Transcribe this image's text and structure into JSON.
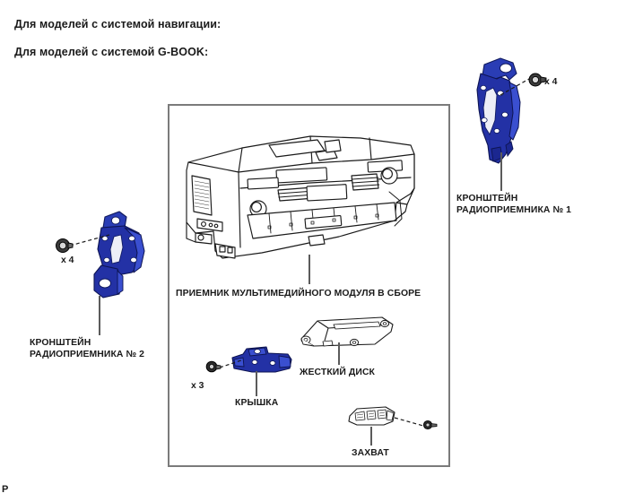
{
  "headings": {
    "navigation": "Для моделей с системой навигации:",
    "gbook": "Для моделей с системой G-BOOK:"
  },
  "colors": {
    "highlight_blue": "#1f2f9e",
    "highlight_blue_light": "#3a50c8",
    "frame_border": "#7b7b7b",
    "leader_line": "#5b5b5b",
    "outline": "#1a1a1a"
  },
  "parts": {
    "bracket_1": {
      "label_line_1": "КРОНШТЕЙН",
      "label_line_2": "РАДИОПРИЕМНИКА № 1",
      "fastener_qty": "x 4",
      "highlighted": true
    },
    "bracket_2": {
      "label_line_1": "КРОНШТЕЙН",
      "label_line_2": "РАДИОПРИЕМНИКА № 2",
      "fastener_qty": "x 4",
      "highlighted": true
    },
    "receiver": {
      "label": "ПРИЕМНИК МУЛЬТИМЕДИЙНОГО МОДУЛЯ В СБОРЕ",
      "highlighted": false
    },
    "cover": {
      "label": "КРЫШКА",
      "fastener_qty": "x 3",
      "highlighted": true
    },
    "hard_disk": {
      "label": "ЖЕСТКИЙ ДИСК",
      "highlighted": false
    },
    "grip": {
      "label": "ЗАХВАТ",
      "highlighted": false
    }
  },
  "page_marker": "P"
}
